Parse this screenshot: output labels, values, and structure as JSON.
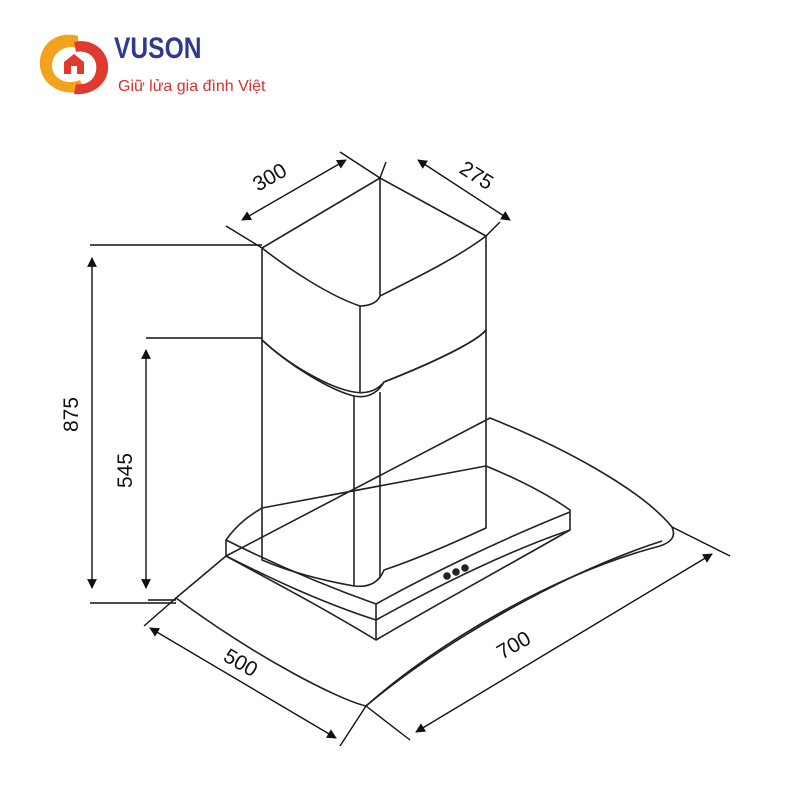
{
  "logo": {
    "brand": "VUSON",
    "tagline": "Giữ lửa gia đình Việt",
    "colors": {
      "brand_text": "#2f3a8f",
      "tagline": "#d6322d",
      "mark_red": "#e03a2f",
      "mark_orange": "#f4a11d"
    }
  },
  "dimensions": {
    "chimney_width": "300",
    "chimney_depth": "275",
    "total_height": "875",
    "lower_height": "545",
    "canopy_depth": "500",
    "canopy_width": "700"
  }
}
